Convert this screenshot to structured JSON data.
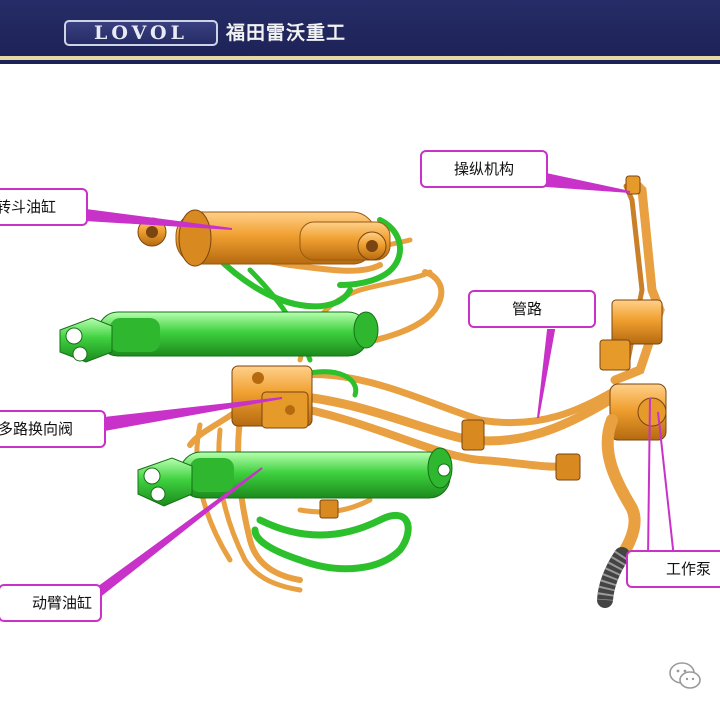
{
  "header": {
    "logo_text": "LOVOL",
    "company_name": "福田雷沃重工",
    "background_color": "#262c66",
    "accent_line_color": "#e7d7a0"
  },
  "labels": {
    "bucket_cylinder": "转斗油缸",
    "control_mechanism": "操纵机构",
    "pipeline": "管路",
    "multiway_valve": "多路换向阀",
    "boom_cylinder": "动臂油缸",
    "work_pump": "工作泵"
  },
  "colors": {
    "callout_border": "#c832c8",
    "cylinder_orange": "#f0a030",
    "cylinder_green": "#3fd13f",
    "pipe_orange": "#e8a040"
  },
  "icons": {
    "watermark": "wechat-logo-icon"
  }
}
